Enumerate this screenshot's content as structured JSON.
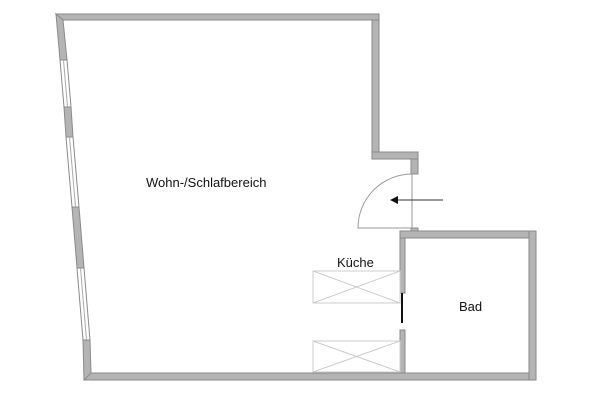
{
  "floorplan": {
    "rooms": [
      {
        "name": "Wohn-/Schlafbereich"
      },
      {
        "name": "Küche"
      },
      {
        "name": "Bad"
      }
    ],
    "entrance_arrow": "entrance-arrow",
    "colors": {
      "wall_fill": "#b4b4b4",
      "wall_edge": "#8a8a8a",
      "fixture_line": "#cccccc",
      "door_line": "#9a9a9a",
      "sliding_door": "#111111"
    }
  }
}
